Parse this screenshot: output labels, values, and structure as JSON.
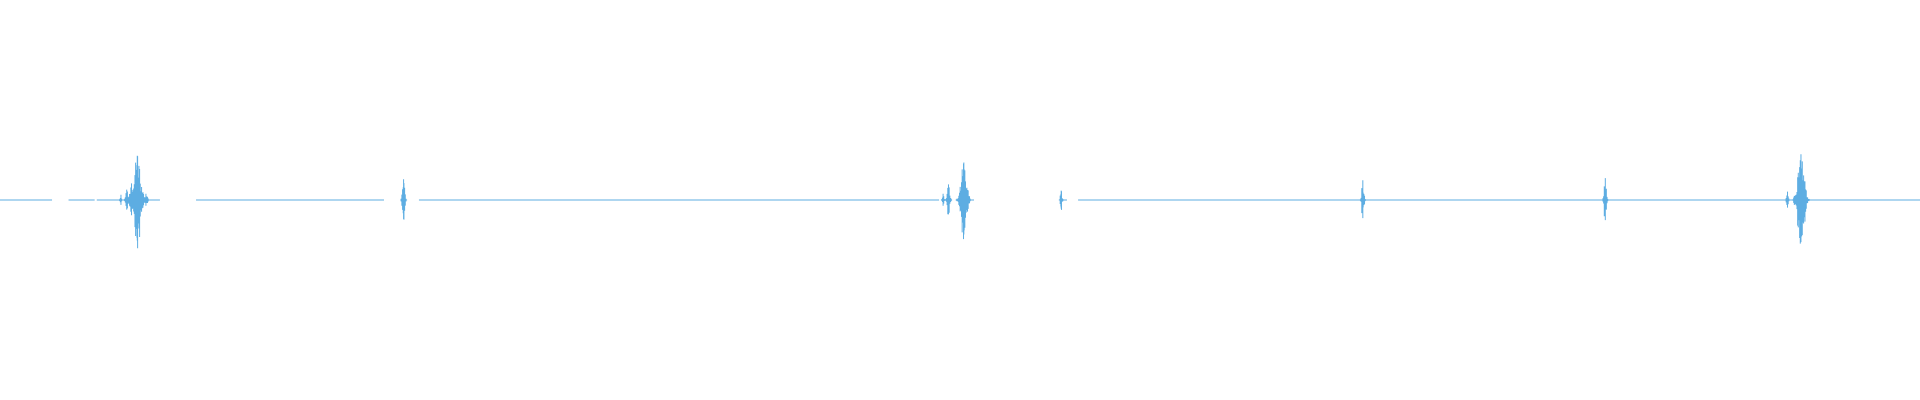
{
  "waveform": {
    "color": "#5dade2",
    "timeline_duration": 1,
    "baseline_segments": [
      {
        "start": 0.0,
        "end": 0.0271
      },
      {
        "start": 0.0357,
        "end": 0.0493
      },
      {
        "start": 0.0504,
        "end": 0.0833
      },
      {
        "start": 0.1021,
        "end": 0.2
      },
      {
        "start": 0.2182,
        "end": 0.4891
      },
      {
        "start": 0.5026,
        "end": 0.5073
      },
      {
        "start": 0.5531,
        "end": 0.5557
      },
      {
        "start": 0.5615,
        "end": 1.0
      }
    ],
    "transients": [
      {
        "time": 0.063,
        "amplitude": 0.1,
        "width": 0.001
      },
      {
        "time": 0.066,
        "amplitude": 0.2,
        "width": 0.0018
      },
      {
        "time": 0.0685,
        "amplitude": 0.32,
        "width": 0.0024
      },
      {
        "time": 0.0715,
        "amplitude": 0.85,
        "width": 0.005
      },
      {
        "time": 0.076,
        "amplitude": 0.12,
        "width": 0.0022
      },
      {
        "time": 0.2102,
        "amplitude": 0.4,
        "width": 0.0016
      },
      {
        "time": 0.4912,
        "amplitude": 0.12,
        "width": 0.001
      },
      {
        "time": 0.494,
        "amplitude": 0.3,
        "width": 0.0018
      },
      {
        "time": 0.502,
        "amplitude": 0.72,
        "width": 0.004
      },
      {
        "time": 0.5527,
        "amplitude": 0.18,
        "width": 0.0012
      },
      {
        "time": 0.7098,
        "amplitude": 0.38,
        "width": 0.0016
      },
      {
        "time": 0.8361,
        "amplitude": 0.42,
        "width": 0.0016
      },
      {
        "time": 0.931,
        "amplitude": 0.16,
        "width": 0.0014
      },
      {
        "time": 0.938,
        "amplitude": 0.88,
        "width": 0.0045
      }
    ]
  }
}
